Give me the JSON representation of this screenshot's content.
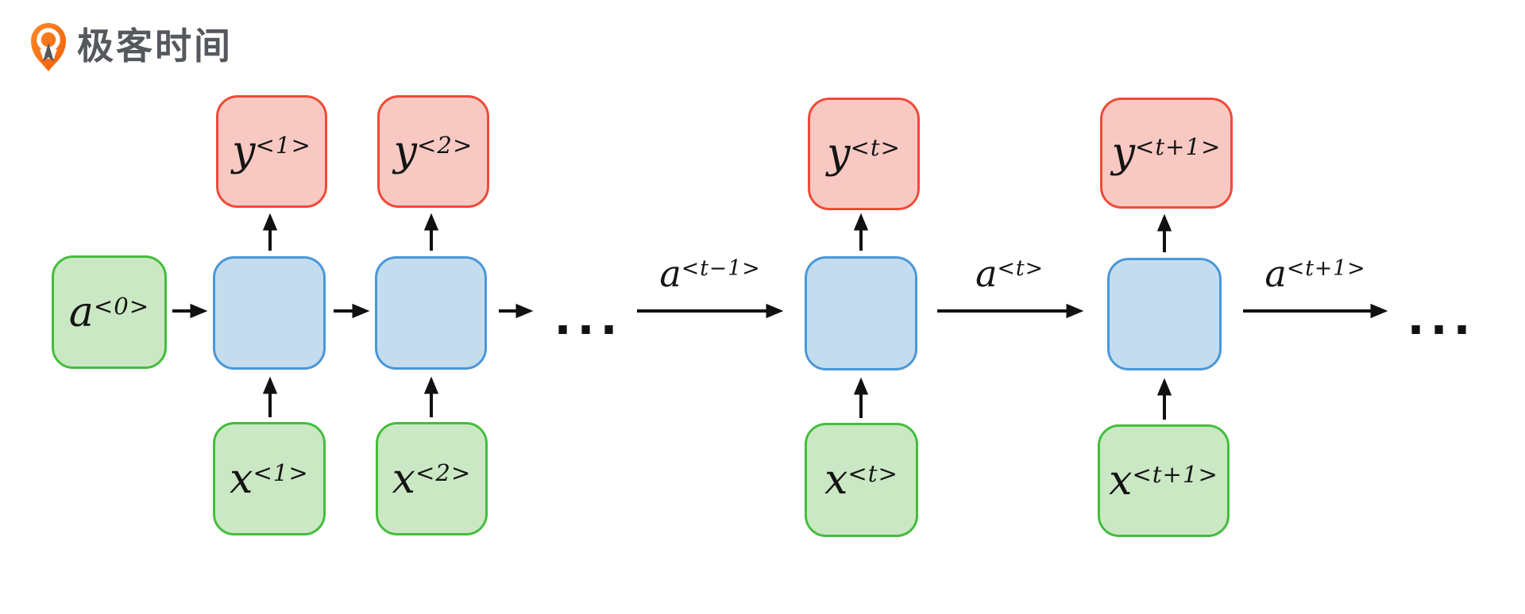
{
  "logo": {
    "brand": "极客时间"
  },
  "diagram": {
    "nodes": {
      "a0": {
        "base": "a",
        "sup": "<0>"
      },
      "y1": {
        "base": "y",
        "sup": "<1>"
      },
      "y2": {
        "base": "y",
        "sup": "<2>"
      },
      "yt": {
        "base": "y",
        "sup": "<t>"
      },
      "yt1": {
        "base": "y",
        "sup": "<t+1>"
      },
      "x1": {
        "base": "x",
        "sup": "<1>"
      },
      "x2": {
        "base": "x",
        "sup": "<2>"
      },
      "xt": {
        "base": "x",
        "sup": "<t>"
      },
      "xt1": {
        "base": "x",
        "sup": "<t+1>"
      }
    },
    "edge_labels": {
      "a_t_minus_1": {
        "base": "a",
        "sup": "<t−1>"
      },
      "a_t": {
        "base": "a",
        "sup": "<t>"
      },
      "a_t_plus_1": {
        "base": "a",
        "sup": "<t+1>"
      }
    },
    "ellipsis_left": "...",
    "ellipsis_right": "..."
  },
  "colors": {
    "output_fill": "#f8c9c2",
    "output_border": "#f04a38",
    "hidden_fill": "#c4ddee",
    "hidden_border": "#4a97d8",
    "input_fill": "#cbe8c4",
    "input_border": "#44bd3d",
    "line": "#111111",
    "brand_text": "#55585c",
    "brand_orange": "#f4680f"
  }
}
